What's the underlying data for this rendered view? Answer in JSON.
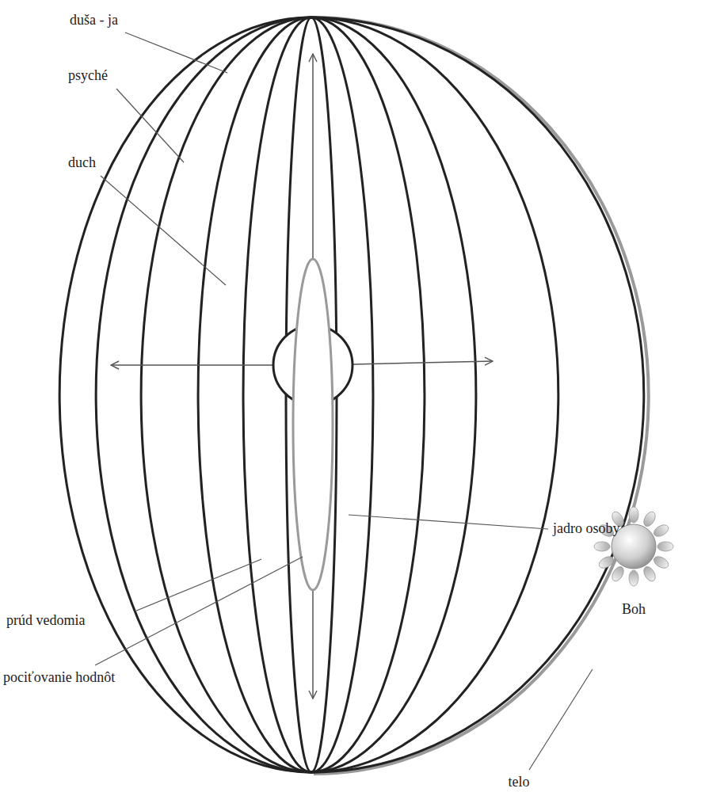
{
  "diagram": {
    "labels": [
      "duša - ja",
      "psyché",
      "duch",
      "jadro osoby",
      "Boh",
      "prúd vedomia",
      "pociťovanie hodnôt",
      "telo"
    ]
  }
}
